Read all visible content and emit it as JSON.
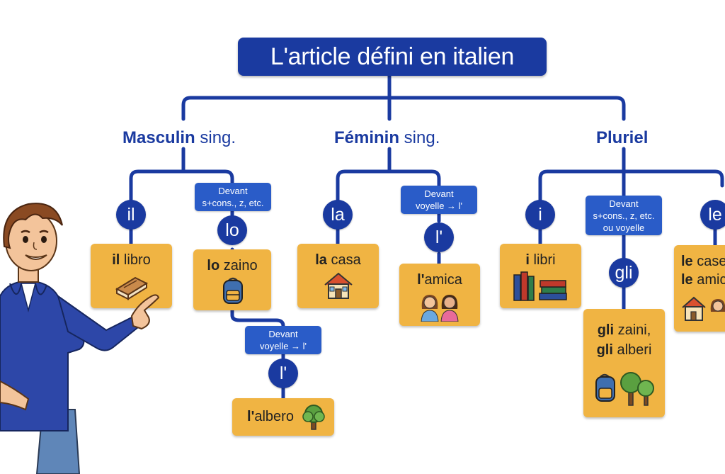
{
  "title": "L'article défini en italien",
  "branches": {
    "masc": {
      "head_bold": "Masculin",
      "head_rest": " sing."
    },
    "fem": {
      "head_bold": "Féminin",
      "head_rest": " sing."
    },
    "plur": {
      "head_bold": "Pluriel",
      "head_rest": ""
    }
  },
  "articles": {
    "il": "il",
    "lo": "lo",
    "l_masc": "l'",
    "la": "la",
    "l_fem": "l'",
    "i": "i",
    "gli": "gli",
    "le": "le"
  },
  "notes": {
    "lo_line1": "Devant",
    "lo_line2": "s+cons., z, etc.",
    "lm_line1": "Devant",
    "lm_line2": "voyelle → l'",
    "lf_line1": "Devant",
    "lf_line2": "voyelle → l'",
    "gli_line1": "Devant",
    "gli_line2": "s+cons., z, etc.",
    "gli_line3": "ou voyelle"
  },
  "examples": {
    "il_art": "il",
    "il_word": " libro",
    "lo_art": "lo",
    "lo_word": " zaino",
    "lm_art": "l'",
    "lm_word": "albero",
    "la_art": "la",
    "la_word": " casa",
    "lf_art": "l'",
    "lf_word": "amica",
    "i_art": "i",
    "i_word": " libri",
    "gli_art1": "gli",
    "gli_word1": " zaini,",
    "gli_art2": "gli",
    "gli_word2": " alberi",
    "le_art1": "le",
    "le_word1": " case",
    "le_art2": "le",
    "le_word2": " amiche"
  },
  "icons": [
    "book-icon",
    "backpack-icon",
    "tree-icon",
    "house-icon",
    "girls-icon",
    "books-icon",
    "backpack-trees-icon",
    "teacher-figure"
  ],
  "colors": {
    "navy": "#1a3aa0",
    "note_blue": "#2a5cc8",
    "card_orange": "#f0b443"
  }
}
